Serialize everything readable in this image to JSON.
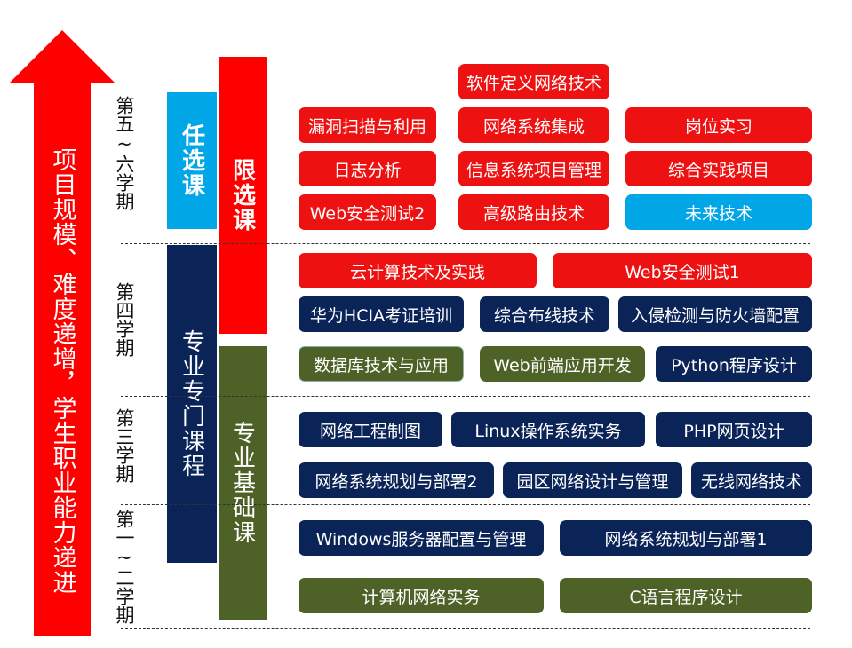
{
  "colors": {
    "arrow": "#ff0000",
    "red": "#ee1111",
    "navy": "#0b2458",
    "olive": "#4e6227",
    "cyan": "#00a6e6"
  },
  "arrow_label": "项目规模、难度递增，学生职业能力递进",
  "semesters": {
    "s56": "第五~六学期",
    "s4": "第四学期",
    "s3": "第三学期",
    "s12": "第一~二学期"
  },
  "bands": {
    "elective_free": "任选课",
    "elective_limited": "限选课",
    "specialty_direction": "专业专门课程",
    "specialty_basic": "专业基础课"
  },
  "courses": {
    "r1": [
      "软件定义网络技术"
    ],
    "r2": [
      "漏洞扫描与利用",
      "网络系统集成",
      "岗位实习"
    ],
    "r3": [
      "日志分析",
      "信息系统项目管理",
      "综合实践项目"
    ],
    "r4": [
      "Web安全测试2",
      "高级路由技术",
      "未来技术"
    ],
    "r5": [
      "云计算技术及实践",
      "Web安全测试1"
    ],
    "r6": [
      "华为HCIA考证培训",
      "综合布线技术",
      "入侵检测与防火墙配置"
    ],
    "r7": [
      "数据库技术与应用",
      "Web前端应用开发",
      "Python程序设计"
    ],
    "r8": [
      "网络工程制图",
      "Linux操作系统实务",
      "PHP网页设计"
    ],
    "r9": [
      "网络系统规划与部署2",
      "园区网络设计与管理",
      "无线网络技术"
    ],
    "r10": [
      "Windows服务器配置与管理",
      "网络系统规划与部署1"
    ],
    "r11": [
      "计算机网络实务",
      "C语言程序设计"
    ]
  }
}
